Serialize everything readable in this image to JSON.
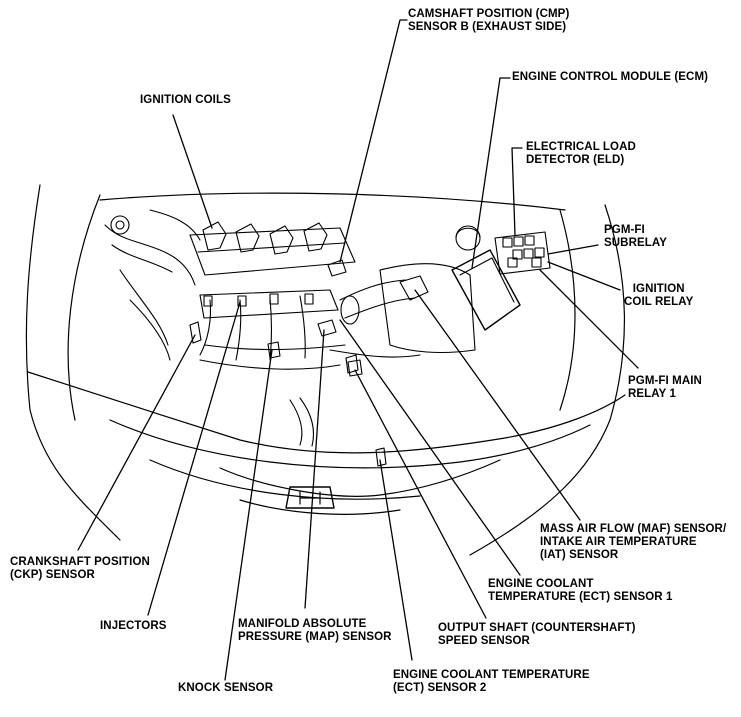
{
  "labels": {
    "cmp_sensor": [
      "CAMSHAFT POSITION (CMP)",
      "SENSOR B (EXHAUST SIDE)"
    ],
    "ignition_coils": [
      "IGNITION COILS"
    ],
    "ecm": [
      "ENGINE CONTROL MODULE (ECM)"
    ],
    "eld": [
      "ELECTRICAL LOAD",
      "DETECTOR (ELD)"
    ],
    "pgmfi_subrelay": [
      "PGM-FI",
      "SUBRELAY"
    ],
    "ignition_coil_relay": [
      "IGNITION",
      "COIL RELAY"
    ],
    "pgmfi_main_relay": [
      "PGM-FI MAIN",
      "RELAY 1"
    ],
    "maf_iat_sensor": [
      "MASS AIR FLOW (MAF) SENSOR/",
      "INTAKE AIR TEMPERATURE",
      "(IAT) SENSOR"
    ],
    "ckp_sensor": [
      "CRANKSHAFT POSITION",
      "(CKP) SENSOR"
    ],
    "ect_sensor_1": [
      "ENGINE COOLANT",
      "TEMPERATURE (ECT) SENSOR 1"
    ],
    "injectors": [
      "INJECTORS"
    ],
    "map_sensor": [
      "MANIFOLD ABSOLUTE",
      "PRESSURE (MAP) SENSOR"
    ],
    "output_shaft_sensor": [
      "OUTPUT SHAFT (COUNTERSHAFT)",
      "SPEED SENSOR"
    ],
    "ect_sensor_2": [
      "ENGINE COOLANT TEMPERATURE",
      "(ECT) SENSOR 2"
    ],
    "knock_sensor": [
      "KNOCK SENSOR"
    ]
  },
  "colors": {
    "ink": "#000000",
    "paper": "#ffffff"
  }
}
